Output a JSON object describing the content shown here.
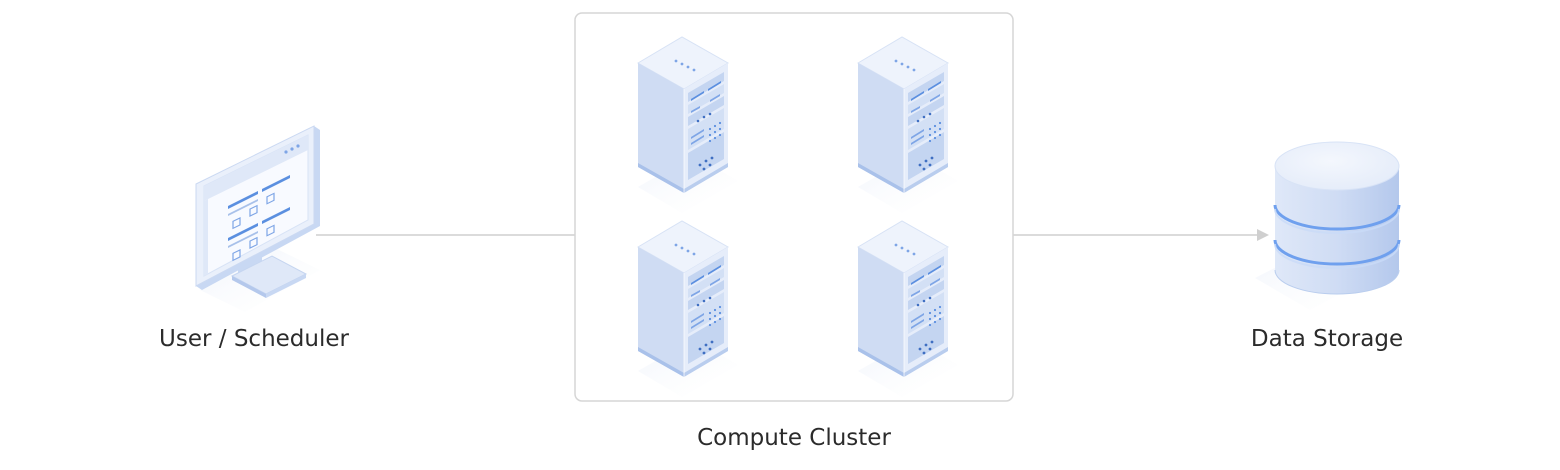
{
  "nodes": {
    "user": {
      "label": "User / Scheduler",
      "icon": "monitor-icon"
    },
    "cluster": {
      "label": "Compute Cluster",
      "icon": "server-rack-icon",
      "server_count": 4
    },
    "storage": {
      "label": "Data Storage",
      "icon": "database-icon"
    }
  },
  "edges": [
    {
      "from": "user",
      "to": "cluster",
      "arrow": false
    },
    {
      "from": "cluster",
      "to": "storage",
      "arrow": true
    }
  ],
  "colors": {
    "line": "#cfcfcf",
    "box_border": "#d6d6d6",
    "server_light": "#eef3fc",
    "server_mid": "#c8d8f3",
    "server_dark": "#a9c1ea",
    "accent": "#5b8fe0",
    "db_ring": "#6fa0ee"
  }
}
